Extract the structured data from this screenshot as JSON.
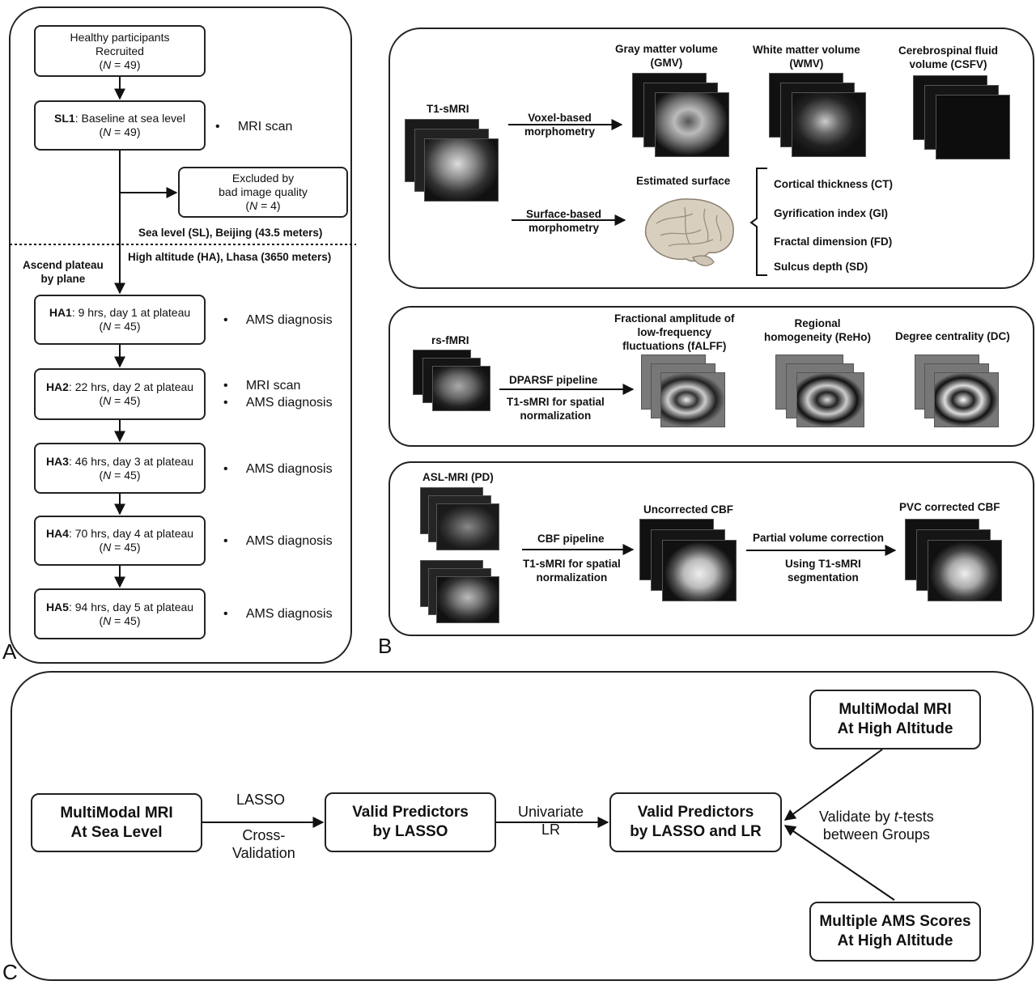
{
  "panel_labels": {
    "a": "A",
    "b": "B",
    "c": "C"
  },
  "panel_a": {
    "recruit": {
      "line1": "Healthy participants",
      "line2": "Recruited",
      "n_prefix": "(",
      "n_letter": "N",
      "n_rest": " = 49)"
    },
    "sl1": {
      "tag": "SL1",
      "text": ": Baseline at sea level",
      "n_prefix": "(",
      "n_letter": "N",
      "n_rest": " = 49)",
      "note": "MRI scan"
    },
    "excluded": {
      "line1": "Excluded by",
      "line2": "bad image quality",
      "n_prefix": "(",
      "n_letter": "N",
      "n_rest": " = 4)"
    },
    "sea_level_label": "Sea level (SL), Beijing (43.5 meters)",
    "high_altitude_label": "High altitude (HA), Lhasa (3650 meters)",
    "ascend_label": {
      "line1": "Ascend plateau",
      "line2": "by plane"
    },
    "stages": [
      {
        "tag": "HA1",
        "text": ": 9 hrs, day 1 at plateau",
        "n_prefix": "(",
        "n_letter": "N",
        "n_rest": " = 45)",
        "notes": [
          "AMS diagnosis"
        ]
      },
      {
        "tag": "HA2",
        "text": ": 22 hrs, day 2 at plateau",
        "n_prefix": "(",
        "n_letter": "N",
        "n_rest": " = 45)",
        "notes": [
          "MRI scan",
          "AMS diagnosis"
        ]
      },
      {
        "tag": "HA3",
        "text": ": 46 hrs, day 3 at plateau",
        "n_prefix": "(",
        "n_letter": "N",
        "n_rest": " = 45)",
        "notes": [
          "AMS diagnosis"
        ]
      },
      {
        "tag": "HA4",
        "text": ": 70 hrs, day 4 at plateau",
        "n_prefix": "(",
        "n_letter": "N",
        "n_rest": " = 45)",
        "notes": [
          "AMS diagnosis"
        ]
      },
      {
        "tag": "HA5",
        "text": ": 94 hrs, day 5 at plateau",
        "n_prefix": "(",
        "n_letter": "N",
        "n_rest": " = 45)",
        "notes": [
          "AMS diagnosis"
        ]
      }
    ],
    "bullet": "•"
  },
  "panel_b": {
    "structural": {
      "input": "T1-sMRI",
      "vbm": {
        "line1": "Voxel-based",
        "line2": "morphometry"
      },
      "sbm": {
        "line1": "Surface-based",
        "line2": "morphometry"
      },
      "gmv": {
        "line1": "Gray matter volume",
        "line2": "(GMV)"
      },
      "wmv": {
        "line1": "White matter volume",
        "line2": "(WMV)"
      },
      "csfv": {
        "line1": "Cerebrospinal fluid",
        "line2": "volume (CSFV)"
      },
      "surface": "Estimated surface",
      "metrics": [
        "Cortical thickness (CT)",
        "Gyrification index (GI)",
        "Fractal dimension (FD)",
        "Sulcus depth (SD)"
      ]
    },
    "functional": {
      "input": "rs-fMRI",
      "pipeline": "DPARSF pipeline",
      "norm": {
        "line1": "T1-sMRI for spatial",
        "line2": "normalization"
      },
      "falff": {
        "line1": "Fractional amplitude of",
        "line2": "low-frequency",
        "line3": "fluctuations (fALFF)"
      },
      "reho": {
        "line1": "Regional",
        "line2": "homogeneity (ReHo)"
      },
      "dc": "Degree centrality (DC)"
    },
    "perfusion": {
      "input": "ASL-MRI (PD)",
      "pipeline": "CBF pipeline",
      "norm": {
        "line1": "T1-sMRI for spatial",
        "line2": "normalization"
      },
      "uncorrected": "Uncorrected CBF",
      "pvc": "Partial volume correction",
      "seg": {
        "line1": "Using T1-sMRI",
        "line2": "segmentation"
      },
      "corrected": "PVC corrected CBF"
    }
  },
  "panel_c": {
    "sea": {
      "line1": "MultiModal MRI",
      "line2": "At Sea Level"
    },
    "lasso_top": "LASSO",
    "lasso_bottom": {
      "line1": "Cross-",
      "line2": "Validation"
    },
    "valid_lasso": {
      "line1": "Valid Predictors",
      "line2": "by LASSO"
    },
    "univariate": {
      "line1": "Univariate",
      "line2": "LR"
    },
    "valid_lr": {
      "line1": "Valid Predictors",
      "line2": "by LASSO and LR"
    },
    "ha_mri": {
      "line1": "MultiModal MRI",
      "line2": "At High Altitude"
    },
    "ams_scores": {
      "line1": "Multiple AMS Scores",
      "line2": "At High Altitude"
    },
    "validate": {
      "line1_pre": "Validate by ",
      "line1_t": "t",
      "line1_post": "-tests",
      "line2": "between Groups"
    }
  }
}
